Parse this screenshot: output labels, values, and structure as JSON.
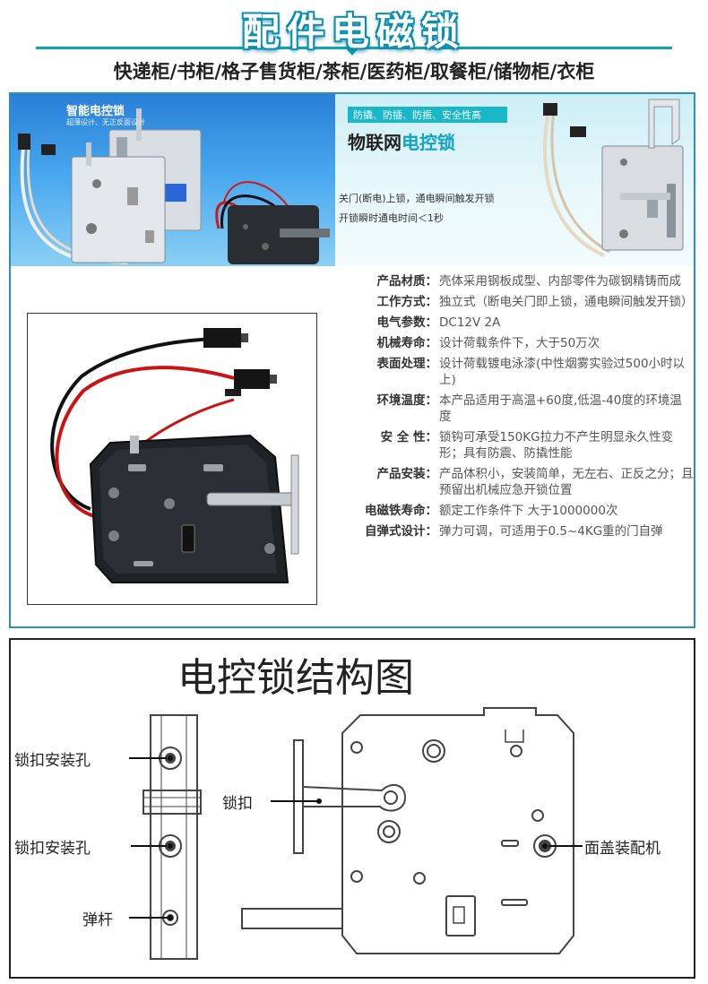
{
  "header": {
    "title": "配件电磁锁",
    "subtitle": "快递柜/书柜/格子售货柜/茶柜/医药柜/取餐柜/储物柜/衣柜"
  },
  "banner_left": {
    "title": "智能电控锁",
    "subtitle": "超薄设计、无正反面设计"
  },
  "banner_right": {
    "tagline": "防撬、防插、防振、安全性高",
    "title_plain": "物联网",
    "title_accent": "电控锁",
    "note1": "关门(断电)上锁，通电瞬间触发开锁",
    "note2": "开锁瞬时通电时间＜1秒"
  },
  "specs": [
    {
      "label": "产品材质：",
      "value": "壳体采用钢板成型、内部零件为碳钢精铸而成"
    },
    {
      "label": "工作方式：",
      "value": "独立式（断电关门即上锁，通电瞬间触发开锁）"
    },
    {
      "label": "电气参数：",
      "value": "DC12V 2A"
    },
    {
      "label": "机械寿命：",
      "value": "设计荷载条件下，大于50万次"
    },
    {
      "label": "表面处理：",
      "value": "设计荷载镀电泳漆(中性烟雾实验过500小时以上)"
    },
    {
      "label": "环境温度：",
      "value": "本产品适用于高温+60度,低温-40度的环境温度"
    },
    {
      "label": "安 全 性：",
      "value": "锁钩可承受150KG拉力不产生明显永久性变形；具有防震、防撬性能"
    },
    {
      "label": "产品安装：",
      "value": "产品体积小，安装简单，无左右、正反之分；且预留出机械应急开锁位置"
    },
    {
      "label": "电磁铁寿命：",
      "value": "额定工作条件下 大于1000000次"
    },
    {
      "label": "自弹式设计：",
      "value": "弹力可调，可适用于0.5~4KG重的门自弹"
    }
  ],
  "diagram": {
    "title": "电控锁结构图",
    "labels": {
      "hole1": "锁扣安装孔",
      "hole2": "锁扣安装孔",
      "spring_rod": "弹杆",
      "latch": "锁扣",
      "cover": "面盖装配机"
    }
  },
  "colors": {
    "accent": "#0da4b8",
    "frame_blue": "#2a90b8",
    "banner_blue": "#2a7fd6",
    "banner_teal": "#18b8c9"
  }
}
